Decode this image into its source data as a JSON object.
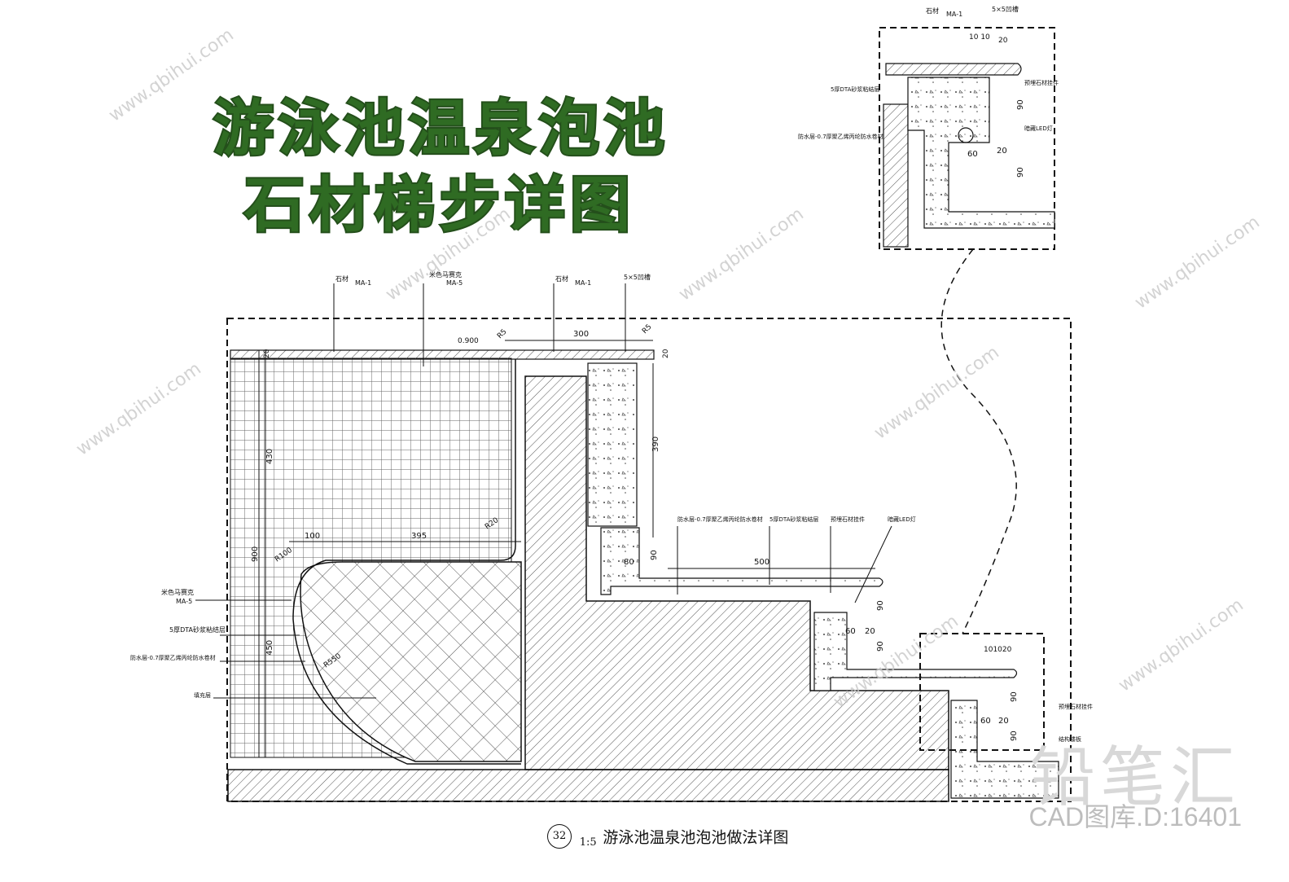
{
  "title": {
    "line1": "游泳池温泉泡池",
    "line2": "石材梯步详图"
  },
  "caption": {
    "number": "32",
    "scale": "1:5",
    "text": "游泳池温泉池泡池做法详图"
  },
  "watermark": {
    "brand": "铅笔汇",
    "url": "www.qbihui.com",
    "cad_id": "CAD图库.D:16401"
  },
  "labels": {
    "stone": "石材",
    "mosaic": "米色马赛克",
    "waterproof": "防水层-0.7厚聚乙烯丙纶防水卷材",
    "dta": "5厚DTA砂浆粘结层",
    "stone_fix": "预埋石材挂件",
    "led": "暗藏LED灯",
    "groove": "5×5凹槽",
    "structure": "结构楼板",
    "backfill": "填充层",
    "ma1": "MA-1",
    "ma5": "MA-5",
    "level": "0.900"
  },
  "dimensions": {
    "d300": "300",
    "d20": "20",
    "d390": "390",
    "d430": "430",
    "d900": "900",
    "d450": "450",
    "d100": "100",
    "d395": "395",
    "d80": "80",
    "d90": "90",
    "d500": "500",
    "d60": "60",
    "d101020": "101020",
    "d1010": "10 10",
    "r5": "R5",
    "r20": "R20",
    "r100": "R100",
    "r550": "R550"
  },
  "colors": {
    "title_green": "#2f6b23",
    "line": "#111111",
    "watermark": "#c9c9c9"
  }
}
